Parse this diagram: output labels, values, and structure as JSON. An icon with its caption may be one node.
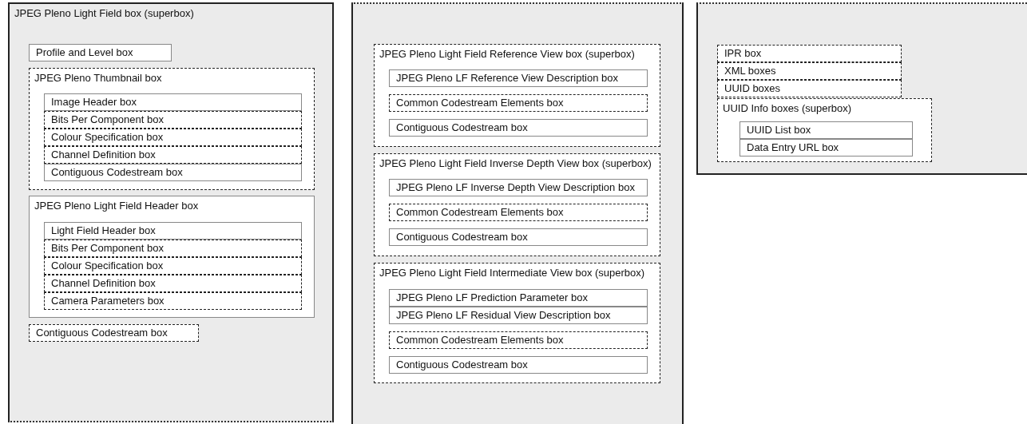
{
  "diagram": {
    "nodes": [
      {
        "text": [
          "JPEG Pleno Light Field box (superbox)"
        ]
      },
      {
        "text": [
          "Profile and Level box"
        ],
        "in": 0
      },
      {
        "text": [
          "JPEG Pleno Thumbnail box"
        ],
        "in": 0
      },
      {
        "text": [
          "Image Header box"
        ],
        "in": 2
      },
      {
        "text": [
          "Bits Per Component box"
        ],
        "in": 2
      },
      {
        "text": [
          "Colour Specification box"
        ],
        "in": 2
      },
      {
        "text": [
          "Channel Definition box"
        ],
        "in": 2
      },
      {
        "text": [
          "Contiguous Codestream box"
        ],
        "in": 2
      },
      {
        "text": [
          "JPEG Pleno Light Field Header box"
        ],
        "in": 0
      },
      {
        "text": [
          "Light Field Header box"
        ],
        "in": 8
      },
      {
        "text": [
          "Bits Per Component box"
        ],
        "in": 8
      },
      {
        "text": [
          "Colour Specification box"
        ],
        "in": 8
      },
      {
        "text": [
          "Channel Definition box"
        ],
        "in": 8
      },
      {
        "text": [
          "Camera Parameters box"
        ],
        "in": 8
      },
      {
        "text": [
          "Contiguous Codestream box"
        ],
        "in": 0
      },
      {
        "text": [],
        "shape": "box"
      },
      {
        "text": [
          "JPEG Pleno Light Field Reference View box (superbox)"
        ],
        "in": 15
      },
      {
        "text": [
          "JPEG Pleno LF Reference View Description box"
        ],
        "in": 16
      },
      {
        "text": [
          "Common Codestream Elements box"
        ],
        "in": 16
      },
      {
        "text": [
          "Contiguous Codestream box"
        ],
        "in": 16
      },
      {
        "text": [
          "JPEG Pleno Light Field Inverse Depth View box (superbox)"
        ],
        "in": 15
      },
      {
        "text": [
          "JPEG Pleno LF Inverse Depth View Description box"
        ],
        "in": 20
      },
      {
        "text": [
          "Common Codestream Elements box"
        ],
        "in": 20
      },
      {
        "text": [
          "Contiguous Codestream box"
        ],
        "in": 20
      },
      {
        "text": [
          "JPEG Pleno Light Field Intermediate View box (superbox)"
        ],
        "in": 15
      },
      {
        "text": [
          "JPEG Pleno LF Prediction Parameter box"
        ],
        "in": 24
      },
      {
        "text": [
          "JPEG Pleno LF Residual View Description box"
        ],
        "in": 24
      },
      {
        "text": [
          "Common Codestream Elements box"
        ],
        "in": 24
      },
      {
        "text": [
          "Contiguous Codestream box"
        ],
        "in": 24
      },
      {
        "text": [],
        "shape": "box"
      },
      {
        "text": [
          "IPR box"
        ],
        "in": 29
      },
      {
        "text": [
          "XML boxes"
        ],
        "in": 29
      },
      {
        "text": [
          "UUID boxes"
        ],
        "in": 29
      },
      {
        "text": [
          "UUID Info boxes (superbox)"
        ],
        "in": 29
      },
      {
        "text": [
          "UUID List box"
        ],
        "in": 33
      },
      {
        "text": [
          "Data Entry URL box"
        ],
        "in": 33
      }
    ]
  }
}
